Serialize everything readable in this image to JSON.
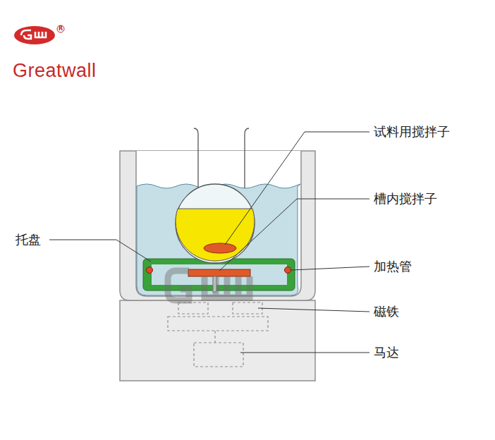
{
  "diagram": {
    "labels": [
      "R",
      "Greatwall",
      "试料用搅拌子",
      "槽内搅拌子",
      "托盘",
      "加热管",
      "磁铁",
      "马达"
    ]
  }
}
